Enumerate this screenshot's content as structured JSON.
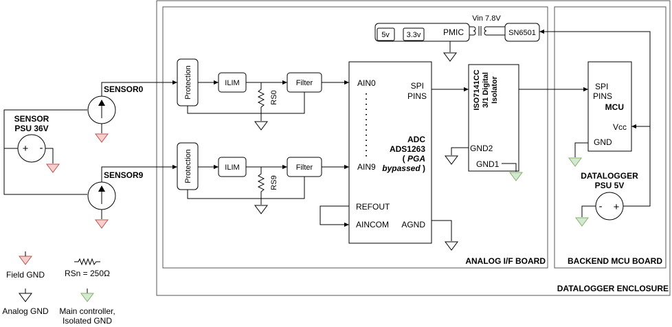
{
  "enclosure": {
    "label": "DATALOGGER ENCLOSURE"
  },
  "analog_board": {
    "label": "ANALOG I/F BOARD"
  },
  "backend_board": {
    "label": "BACKEND MCU BOARD"
  },
  "sensor_psu": {
    "line1": "SENSOR",
    "line2": "PSU 36V",
    "plus": "+",
    "minus": "-"
  },
  "datalogger_psu": {
    "line1": "DATALOGGER",
    "line2": "PSU 5V",
    "plus": "+",
    "minus": "-"
  },
  "sensors": [
    {
      "label": "SENSOR0",
      "protection": "Protection",
      "ilim": "ILIM",
      "resistor": "RS0",
      "filter": "Filter"
    },
    {
      "label": "SENSOR9",
      "protection": "Protection",
      "ilim": "ILIM",
      "resistor": "RS9",
      "filter": "Filter"
    }
  ],
  "power": {
    "vin": "Vin 7.8V",
    "rail_5v": "5v",
    "rail_33v": "3.3v",
    "pmic": "PMIC",
    "sn6501": "SN6501"
  },
  "adc": {
    "ain0": "AIN0",
    "ain9": "AIN9",
    "spi": "SPI",
    "pins": "PINS",
    "name1": "ADC",
    "name2": "ADS1263",
    "pga_open": "( ",
    "pga_word": "PGA",
    "pga_line2": "bypassed )",
    "refout": "REFOUT",
    "aincom": "AINCOM",
    "agnd": "AGND"
  },
  "isolator": {
    "line1": "ISO7141CC",
    "line2": "3/1 Digital",
    "line3": "Isolator",
    "gnd2": "GND2",
    "gnd1": "GND1"
  },
  "mcu": {
    "spi": "SPI",
    "pins": "PINS",
    "name": "MCU",
    "vcc": "Vcc",
    "gnd": "GND"
  },
  "legend": {
    "field_gnd": "Field GND",
    "analog_gnd": "Analog GND",
    "isolated_gnd_line1": "Main controller,",
    "isolated_gnd_line2": "Isolated GND",
    "resistor": "RSn = 250Ω"
  },
  "colors": {
    "field_fill": "#f8cecc",
    "field_stroke": "#b85450",
    "iso_fill": "#d5e8d4",
    "iso_stroke": "#82b366"
  }
}
